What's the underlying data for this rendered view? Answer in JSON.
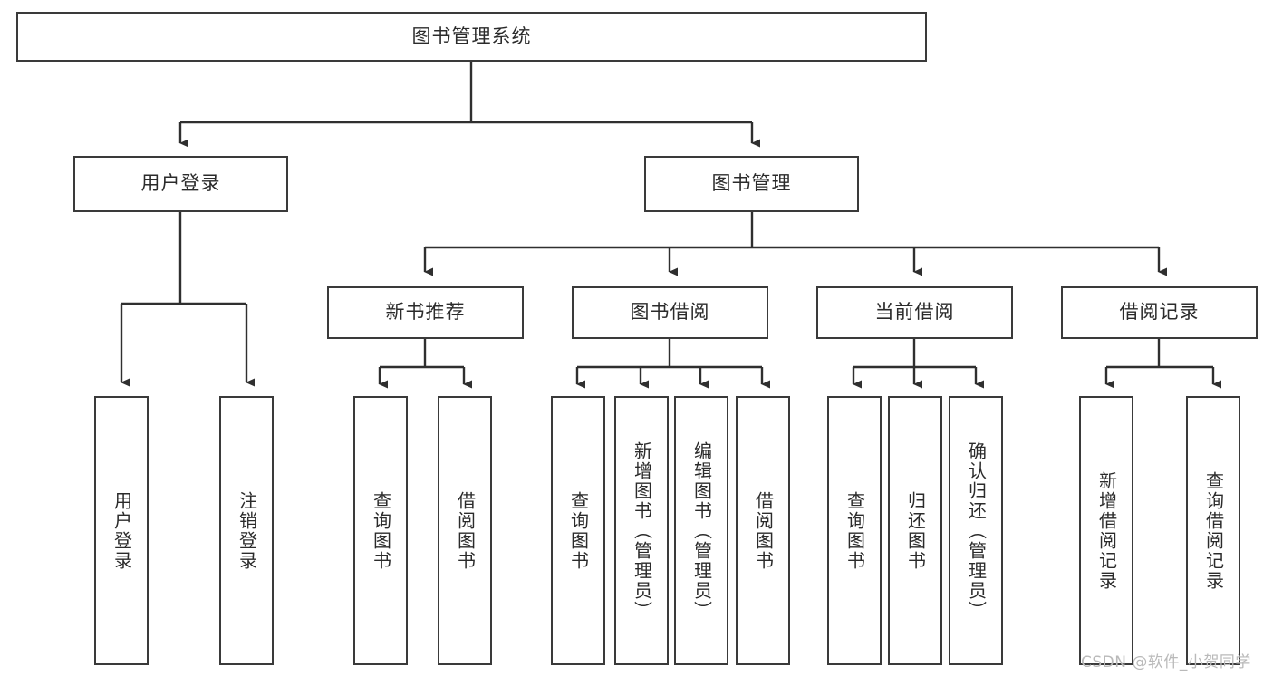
{
  "diagram": {
    "title": "图书管理系统",
    "type": "tree-hierarchy",
    "root": {
      "label": "图书管理系统"
    },
    "level2": [
      {
        "label": "用户登录"
      },
      {
        "label": "图书管理"
      }
    ],
    "level3": [
      {
        "label": "新书推荐"
      },
      {
        "label": "图书借阅"
      },
      {
        "label": "当前借阅"
      },
      {
        "label": "借阅记录"
      }
    ],
    "leaves": {
      "user_login": [
        {
          "label": "用户登录"
        },
        {
          "label": "注销登录"
        }
      ],
      "new_book_recommend": [
        {
          "label": "查询图书"
        },
        {
          "label": "借阅图书"
        }
      ],
      "book_borrow": [
        {
          "label": "查询图书"
        },
        {
          "label": "新增图书（管理员）"
        },
        {
          "label": "编辑图书（管理员）"
        },
        {
          "label": "借阅图书"
        }
      ],
      "current_borrow": [
        {
          "label": "查询图书"
        },
        {
          "label": "归还图书"
        },
        {
          "label": "确认归还（管理员）"
        }
      ],
      "borrow_record": [
        {
          "label": "新增借阅记录"
        },
        {
          "label": "查询借阅记录"
        }
      ]
    },
    "watermark": "CSDN @软件_小贺同学",
    "colors": {
      "stroke": "#3a3a3a",
      "text": "#2b2b2b",
      "background": "#ffffff",
      "watermark": "#b9b9b9"
    }
  }
}
